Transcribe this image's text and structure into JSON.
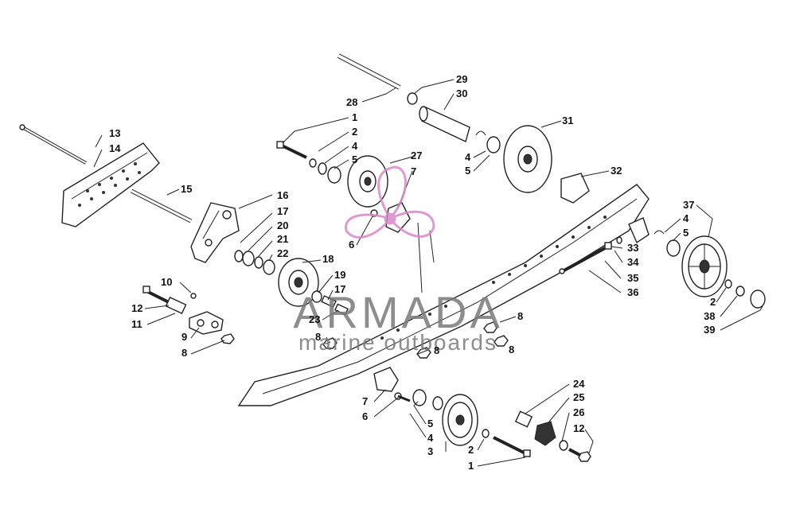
{
  "watermark": {
    "title": "ARMADA",
    "subtitle": "marine outboards",
    "logo_icon": "propeller-icon",
    "title_color": "#7a7a7a",
    "logo_color": "#d889c6"
  },
  "callouts": [
    {
      "id": "c13",
      "text": "13"
    },
    {
      "id": "c14",
      "text": "14"
    },
    {
      "id": "c15",
      "text": "15"
    },
    {
      "id": "c16",
      "text": "16"
    },
    {
      "id": "c17a",
      "text": "17"
    },
    {
      "id": "c20",
      "text": "20"
    },
    {
      "id": "c21",
      "text": "21"
    },
    {
      "id": "c22",
      "text": "22"
    },
    {
      "id": "c18",
      "text": "18"
    },
    {
      "id": "c19",
      "text": "19"
    },
    {
      "id": "c17b",
      "text": "17"
    },
    {
      "id": "c23",
      "text": "23"
    },
    {
      "id": "c10",
      "text": "10"
    },
    {
      "id": "c12a",
      "text": "12"
    },
    {
      "id": "c11",
      "text": "11"
    },
    {
      "id": "c9",
      "text": "9"
    },
    {
      "id": "c8a",
      "text": "8"
    },
    {
      "id": "c1a",
      "text": "1"
    },
    {
      "id": "c2a",
      "text": "2"
    },
    {
      "id": "c4a",
      "text": "4"
    },
    {
      "id": "c5a",
      "text": "5"
    },
    {
      "id": "c27",
      "text": "27"
    },
    {
      "id": "c7a",
      "text": "7"
    },
    {
      "id": "c6a",
      "text": "6"
    },
    {
      "id": "c28",
      "text": "28"
    },
    {
      "id": "c29",
      "text": "29"
    },
    {
      "id": "c30",
      "text": "30"
    },
    {
      "id": "c31",
      "text": "31"
    },
    {
      "id": "c4b",
      "text": "4"
    },
    {
      "id": "c5b",
      "text": "5"
    },
    {
      "id": "c32",
      "text": "32"
    },
    {
      "id": "c37",
      "text": "37"
    },
    {
      "id": "c4c",
      "text": "4"
    },
    {
      "id": "c5c",
      "text": "5"
    },
    {
      "id": "c33",
      "text": "33"
    },
    {
      "id": "c34",
      "text": "34"
    },
    {
      "id": "c35",
      "text": "35"
    },
    {
      "id": "c36",
      "text": "36"
    },
    {
      "id": "c2b",
      "text": "2"
    },
    {
      "id": "c38",
      "text": "38"
    },
    {
      "id": "c39",
      "text": "39"
    },
    {
      "id": "c8b",
      "text": "8"
    },
    {
      "id": "c8c",
      "text": "8"
    },
    {
      "id": "c8d",
      "text": "8"
    },
    {
      "id": "c8e",
      "text": "8"
    },
    {
      "id": "c7b",
      "text": "7"
    },
    {
      "id": "c6b",
      "text": "6"
    },
    {
      "id": "c5d",
      "text": "5"
    },
    {
      "id": "c4d",
      "text": "4"
    },
    {
      "id": "c3",
      "text": "3"
    },
    {
      "id": "c2c",
      "text": "2"
    },
    {
      "id": "c1b",
      "text": "1"
    },
    {
      "id": "c24",
      "text": "24"
    },
    {
      "id": "c25",
      "text": "25"
    },
    {
      "id": "c26",
      "text": "26"
    },
    {
      "id": "c12b",
      "text": "12"
    }
  ]
}
